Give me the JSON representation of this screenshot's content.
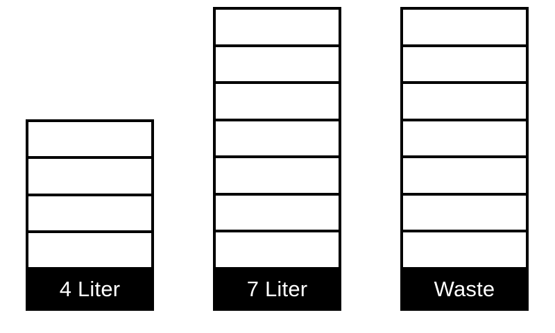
{
  "jugs": [
    {
      "id": "4",
      "label": "4 Liter",
      "capacity": 4,
      "filled": 0
    },
    {
      "id": "7",
      "label": "7 Liter",
      "capacity": 7,
      "filled": 0
    },
    {
      "id": "waste",
      "label": "Waste",
      "capacity": 7,
      "filled": 0
    }
  ],
  "colors": {
    "outline": "#000000",
    "label_background": "#000000",
    "label_text": "#ffffff",
    "empty_cell": "#ffffff"
  }
}
